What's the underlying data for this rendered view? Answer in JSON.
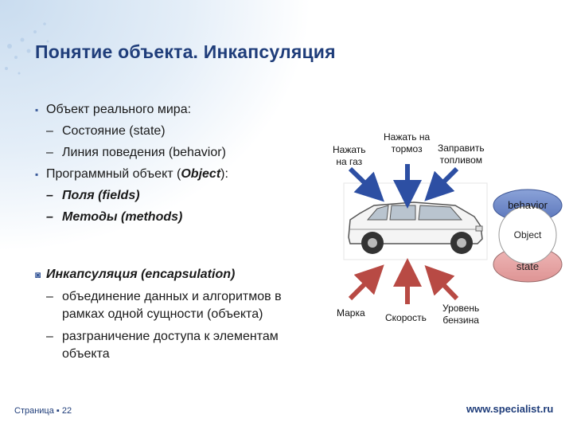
{
  "title": "Понятие объекта. Инкапсуляция",
  "bullets": {
    "b1": "Объект реального мира:",
    "b1a": "Состояние (state)",
    "b1b": "Линия поведения (behavior)",
    "b2_pre": "Программный объект (",
    "b2_em": "Object",
    "b2_post": "):",
    "b2a": "Поля (fields)",
    "b2b": "Методы (methods)",
    "b3": "Инкапсуляция (encapsulation)",
    "b3a": "объединение данных и алгоритмов в рамках одной сущности (объекта)",
    "b3b": "разграничение доступа к элементам объекта"
  },
  "figure": {
    "top_labels": {
      "gas_1": "Нажать",
      "gas_2": "на газ",
      "brake_1": "Нажать на",
      "brake_2": "тормоз",
      "fuel_1": "Заправить",
      "fuel_2": "топливом"
    },
    "bottom_labels": {
      "brand": "Марка",
      "speed": "Скорость",
      "level_1": "Уровень",
      "level_2": "бензина"
    },
    "behavior": "behavior",
    "object": "Object",
    "state": "state"
  },
  "footer": {
    "page": "Страница ▪ 22",
    "site": "www.specialist.ru"
  },
  "colors": {
    "title": "#1f3d7a",
    "arrow_top": "#2d4fa3",
    "arrow_bottom": "#b84a44",
    "behavior_fill": "#6b85c6",
    "state_fill": "#e5a3a3"
  }
}
